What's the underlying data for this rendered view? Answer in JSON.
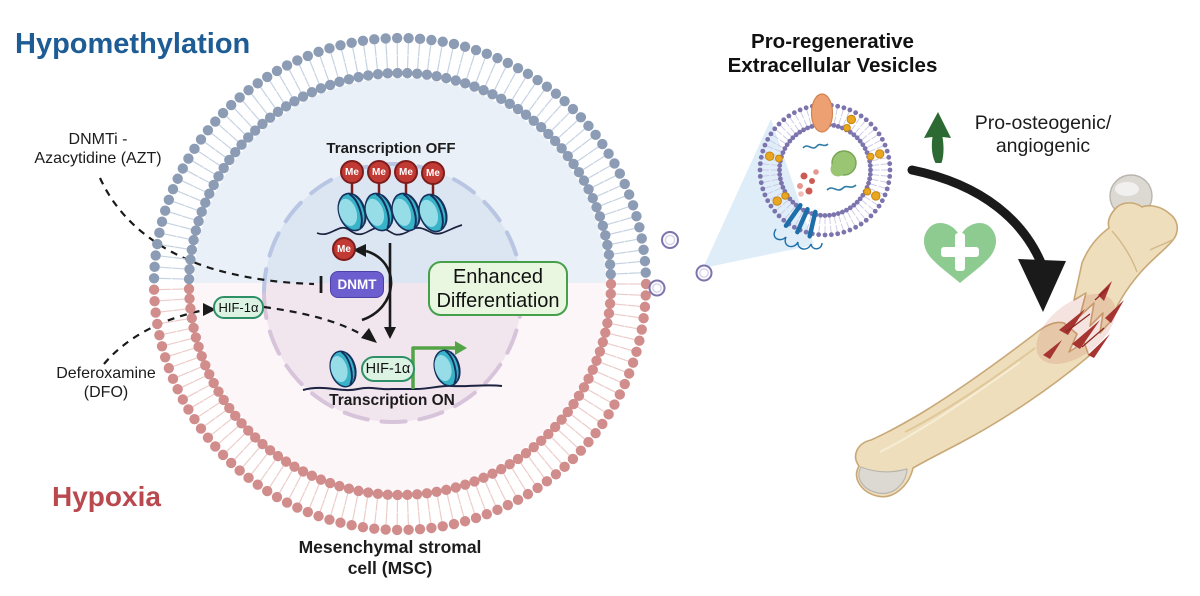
{
  "figure": {
    "left": {
      "hypomethylation": "Hypomethylation",
      "hypoxia": "Hypoxia",
      "dnmti_line1": "DNMTi -",
      "dnmti_line2": "Azacytidine (AZT)",
      "dfo_line1": "Deferoxamine",
      "dfo_line2": "(DFO)",
      "cell_line1": "Mesenchymal stromal",
      "cell_line2": "cell (MSC)"
    },
    "nucleus": {
      "transcription_off": "Transcription OFF",
      "transcription_on": "Transcription ON",
      "me": "Me",
      "dnmt": "DNMT",
      "hif1a": "HIF-1α",
      "enhanced_line1": "Enhanced",
      "enhanced_line2": "Differentiation"
    },
    "right": {
      "ev_title_line1": "Pro-regenerative",
      "ev_title_line2": "Extracellular Vesicles",
      "outcome_line1": "Pro-osteogenic/",
      "outcome_line2": "angiogenic"
    }
  },
  "icons": [
    "msc-cell-membrane",
    "nucleosome",
    "me-methyl-badge",
    "promoter-arrow-icon",
    "extracellular-vesicle-icon",
    "magnifier-cone-icon",
    "up-arrow-icon",
    "heart-plus-icon",
    "delivery-arrow-icon",
    "fractured-bone-icon"
  ],
  "colors": {
    "title_blue": "#1d5c94",
    "hypoxia_red": "#b9494f",
    "membrane_blue": "#8d9cb5",
    "membrane_blue_tail": "#c6d2e2",
    "membrane_red": "#d18d8c",
    "membrane_red_tail": "#ecccca",
    "cytoplasm_top": "#eaf0f8",
    "cytoplasm_bottom": "#fcf6f8",
    "nucleus_top": "#dce6f3",
    "nucleus_bottom": "#f1e5ee",
    "nucleus_edge_top": "#b9c6e3",
    "nucleus_edge_bottom": "#d7c4da",
    "nucleosome": "#38b3c8",
    "nucleosome_light": "#96dde8",
    "nucleosome_dark": "#16305d",
    "dna_line": "#1c2340",
    "me_red": "#c13a34",
    "me_border": "#7e1c1c",
    "dnmt_purple": "#6c5ecf",
    "dnmt_border": "#4d41a8",
    "hif_fill": "#dcf3e3",
    "hif_border": "#2f9068",
    "enhanced_fill": "#e9f7e1",
    "enhanced_border": "#46a04a",
    "promoter_green": "#52a447",
    "arrow_black": "#1a1a1a",
    "up_green": "#2d6a33",
    "heart_green": "#8ecb90",
    "ev_purple": "#7b74ad",
    "ev_tail": "#cdc8e6",
    "cone_blue": "#d9eaf8",
    "orange_protein": "#eda172",
    "yellow_protein": "#e9a621",
    "blue_protein": "#1c6fa8",
    "green_blob": "#9ac573",
    "vesicle_red_dot": "#cc5b54",
    "bone_tan": "#eedebc",
    "bone_outline": "#c9a877",
    "bone_gray": "#dcd9d3",
    "fracture_red": "#a63430"
  }
}
